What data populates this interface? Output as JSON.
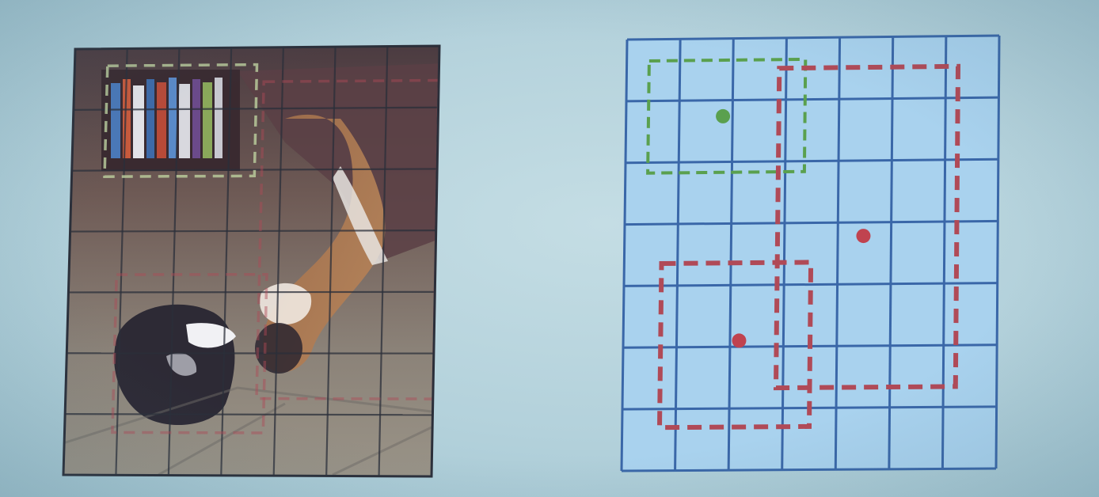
{
  "colors": {
    "background": "#b7d4dd",
    "grid_line": "#3a67a8",
    "right_panel_fill": "#a9d2ee",
    "photo_grid_line": "#2b2f3a",
    "box_green": "#5aa04e",
    "box_red": "#b04a57",
    "dot_green": "#5aa04e",
    "dot_red": "#c0434f"
  },
  "grid": {
    "rows": 7,
    "cols": 7
  },
  "left_panel": {
    "content": "photo-scene",
    "boxes": [
      {
        "class": "bookshelf",
        "color": "green",
        "style": "dashed"
      },
      {
        "class": "dog",
        "color": "red",
        "style": "dashed"
      },
      {
        "class": "cat",
        "color": "red",
        "style": "dashed"
      }
    ]
  },
  "right_panel": {
    "boxes": [
      {
        "class": "bookshelf",
        "color": "green",
        "style": "dashed"
      },
      {
        "class": "dog",
        "color": "red",
        "style": "dashed"
      },
      {
        "class": "cat",
        "color": "red",
        "style": "dashed"
      }
    ],
    "centers": [
      {
        "class": "bookshelf",
        "color": "green"
      },
      {
        "class": "dog",
        "color": "red"
      },
      {
        "class": "cat",
        "color": "red"
      }
    ]
  }
}
